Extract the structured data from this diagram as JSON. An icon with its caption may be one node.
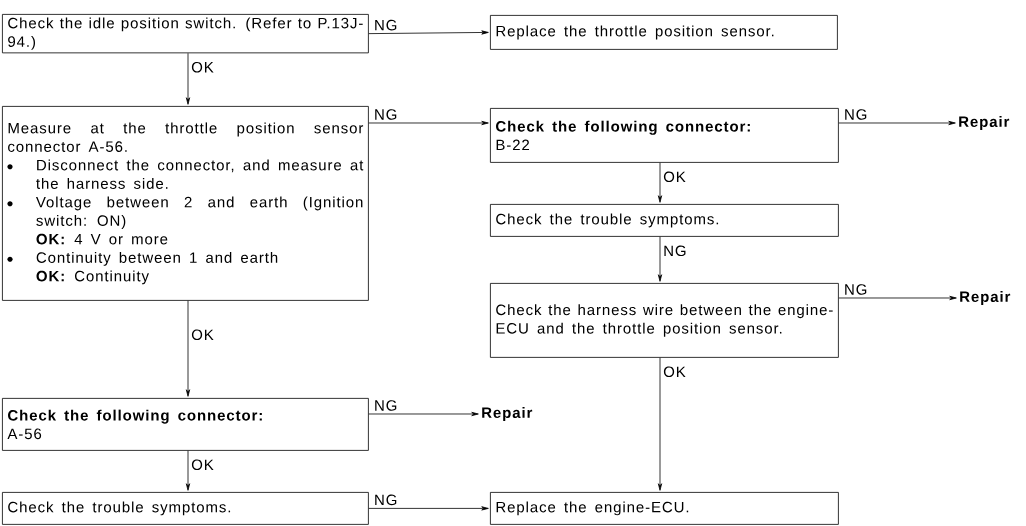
{
  "diagram": {
    "nodes": [
      {
        "text": [
          "Check the idle position switch. (Refer to P.13J-94.)"
        ]
      },
      {
        "text": [
          "Replace the throttle position sensor."
        ]
      },
      {
        "text": [
          "Measure at the throttle position sensor connector A-56.",
          "Disconnect the connector, and measure at the harness side.",
          "Voltage between 2 and earth (Ignition switch: ON)",
          "**OK:** 4 V or more",
          "Continuity between 1 and earth",
          "**OK:** Continuity"
        ]
      },
      {
        "text": [
          "Check the following connector:",
          "B-22"
        ]
      },
      {
        "text": [
          "Repair"
        ]
      },
      {
        "text": [
          "Check the trouble symptoms."
        ]
      },
      {
        "text": [
          "Check the harness wire between the engine-ECU and the throttle position sensor."
        ]
      },
      {
        "text": [
          "Repair"
        ]
      },
      {
        "text": [
          "Check the following connector:",
          "A-56"
        ]
      },
      {
        "text": [
          "Repair"
        ]
      },
      {
        "text": [
          "Check the trouble symptoms."
        ]
      },
      {
        "text": [
          "Replace the engine-ECU."
        ]
      }
    ],
    "edges": [
      {
        "from": 0,
        "to": 1,
        "arrow": "to",
        "label": "NG"
      },
      {
        "from": 0,
        "to": 2,
        "arrow": "to",
        "label": "OK"
      },
      {
        "from": 2,
        "to": 3,
        "arrow": "to",
        "label": "NG"
      },
      {
        "from": 3,
        "to": 4,
        "arrow": "to",
        "label": "NG"
      },
      {
        "from": 3,
        "to": 5,
        "arrow": "to",
        "label": "OK"
      },
      {
        "from": 5,
        "to": 6,
        "arrow": "to",
        "label": "NG"
      },
      {
        "from": 6,
        "to": 7,
        "arrow": "to",
        "label": "NG"
      },
      {
        "from": 6,
        "to": 11,
        "arrow": "to",
        "label": "OK"
      },
      {
        "from": 2,
        "to": 8,
        "arrow": "to",
        "label": "OK"
      },
      {
        "from": 8,
        "to": 9,
        "arrow": "to",
        "label": "NG"
      },
      {
        "from": 8,
        "to": 10,
        "arrow": "to",
        "label": "OK"
      },
      {
        "from": 10,
        "to": 11,
        "arrow": "to",
        "label": "NG"
      }
    ]
  }
}
